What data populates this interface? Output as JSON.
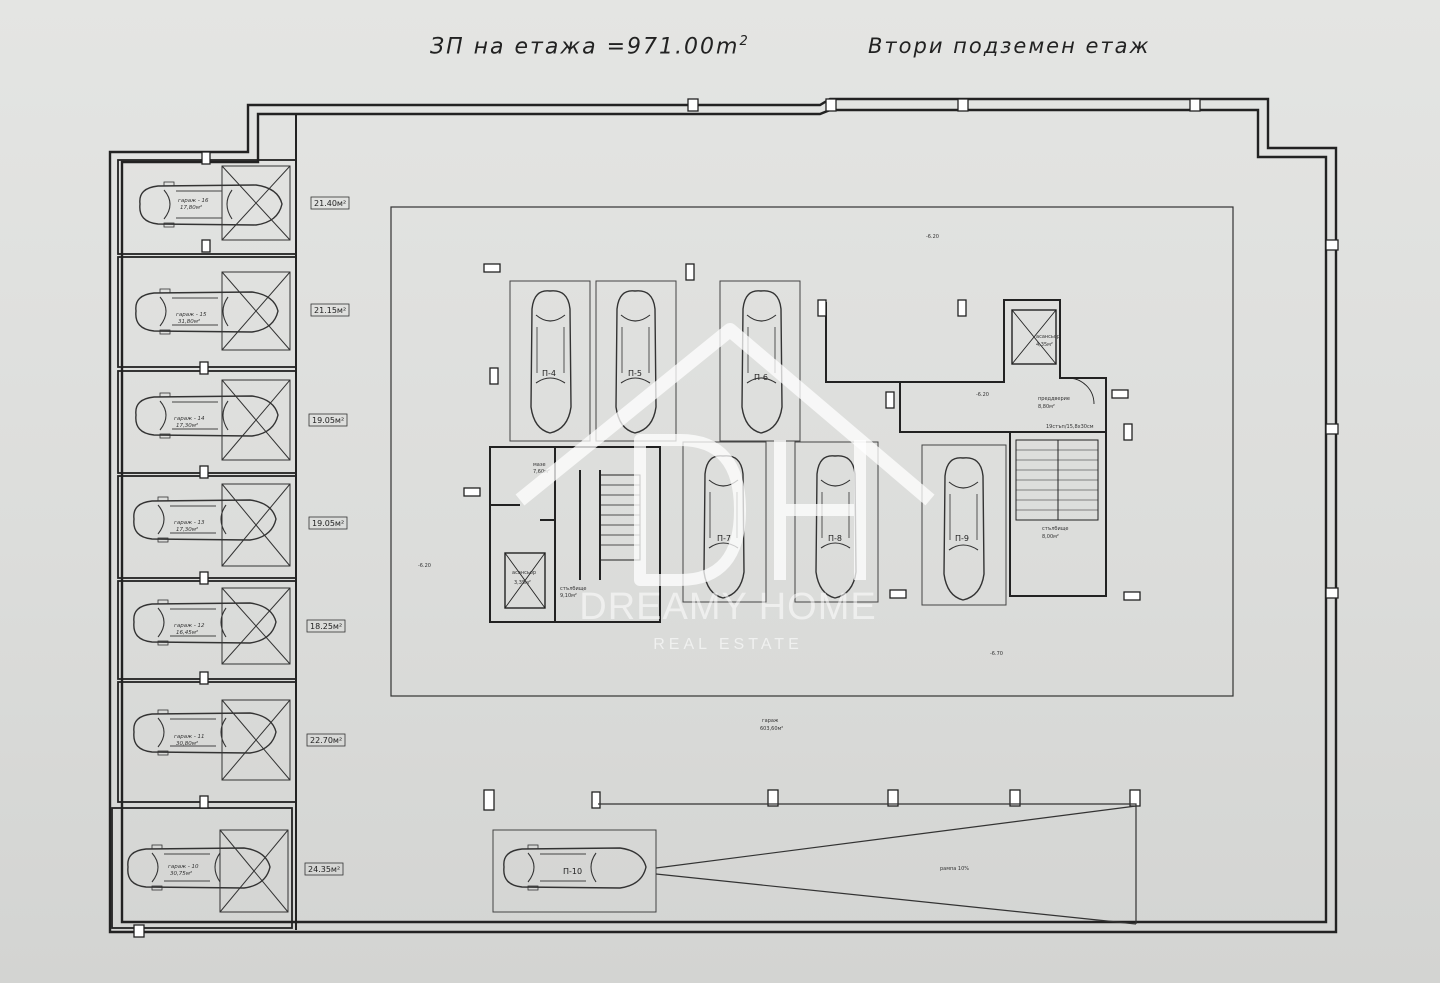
{
  "header": {
    "area_label": "ЗП на етажа =971.00m",
    "area_exp": "2",
    "floor_name": "Втори подземен етаж"
  },
  "watermark": {
    "logo_letters": "DH",
    "name": "DREAMY HOME",
    "subtitle": "REAL ESTATE"
  },
  "garages": [
    {
      "label": "гараж - 16",
      "area": "17,80м²",
      "corridor_area": "21.40м²"
    },
    {
      "label": "гараж - 15",
      "area": "31,80м²",
      "corridor_area": "21.15м²"
    },
    {
      "label": "гараж - 14",
      "area": "17,30м²",
      "corridor_area": "19.05м²"
    },
    {
      "label": "гараж - 13",
      "area": "17,30м²",
      "corridor_area": "19.05м²"
    },
    {
      "label": "гараж - 12",
      "area": "16,45м²",
      "corridor_area": "18.25м²"
    },
    {
      "label": "гараж - 11",
      "area": "30,80м²",
      "corridor_area": "22.70м²"
    },
    {
      "label": "гараж - 10",
      "area": "30,75м²",
      "corridor_area": "24.35м²"
    }
  ],
  "parking_spots": [
    "П-4",
    "П-5",
    "П-6",
    "П-7",
    "П-8",
    "П-9",
    "П-10"
  ],
  "rooms": {
    "storage": {
      "label": "мазе",
      "area": "7,60м²"
    },
    "stair_left": {
      "label": "стълбище",
      "area": "9,10м²"
    },
    "lift_left": {
      "label": "асансьор",
      "area": "3,35м²"
    },
    "lift_right": {
      "label": "асансьор",
      "area": "4,35м²"
    },
    "lobby": {
      "label": "преддверие",
      "area": "8,80м²"
    },
    "stair_right": {
      "label": "стълбище",
      "area": "8,00м²"
    },
    "stair_note": "19стъп/15,8х30см",
    "garage_hall": {
      "label": "гараж",
      "area": "603,60м²"
    },
    "ramp": "рампа 10%"
  },
  "levels": [
    "-6.20",
    "-6.20",
    "-6.20",
    "-6.70"
  ]
}
